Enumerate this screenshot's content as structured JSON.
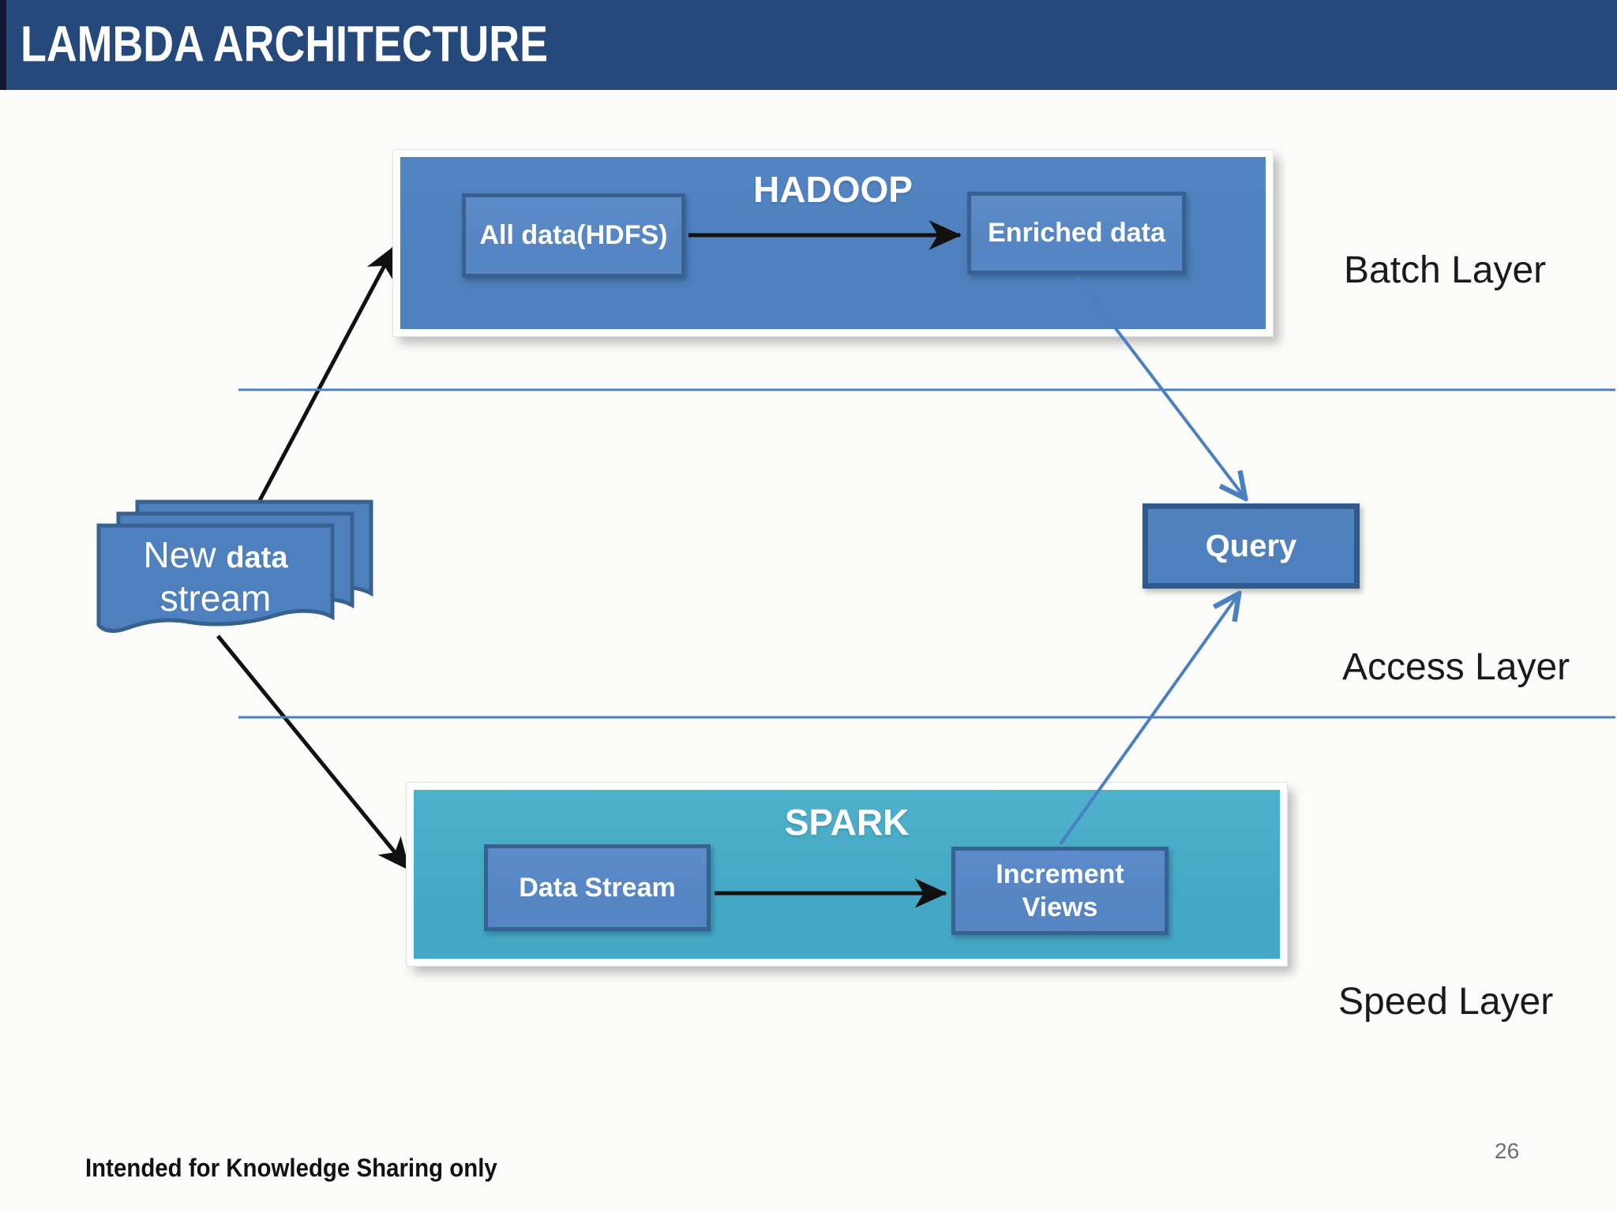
{
  "header": {
    "title": "LAMBDA ARCHITECTURE"
  },
  "batch_group": {
    "title": "HADOOP",
    "node_all_data": "All data(HDFS)",
    "node_enriched": "Enriched data",
    "layer_label": "Batch Layer"
  },
  "access_layer": {
    "node_query": "Query",
    "layer_label": "Access Layer"
  },
  "speed_group": {
    "title": "SPARK",
    "node_data_stream": "Data Stream",
    "node_increment": "Increment Views",
    "layer_label": "Speed Layer"
  },
  "source": {
    "line1_regular": "New ",
    "line1_bold": "data",
    "line2": "stream"
  },
  "footer": {
    "note": "Intended for Knowledge Sharing only",
    "page_number": "26"
  },
  "colors": {
    "navy": "#26497B",
    "strip": "#15162B",
    "bg": "#FCFCFA",
    "box-blue": "#4D80BD",
    "box-blue-light": "#5585C2",
    "box-border": "#37618F",
    "query-border": "#2E5A8E",
    "teal": "#44A8C5",
    "line-blue": "#4A7FC1",
    "text-dark": "#1A1A1A",
    "page-num": "#6E6E78"
  }
}
